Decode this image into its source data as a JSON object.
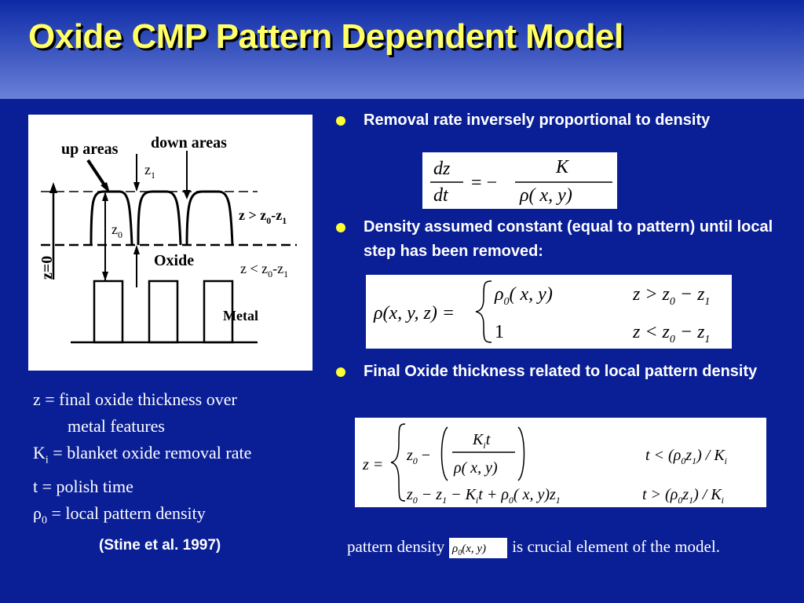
{
  "slide": {
    "title": "Oxide CMP Pattern Dependent Model",
    "colors": {
      "background": "#0a1f96",
      "title": "#ffff66",
      "bullet": "#ffff33"
    }
  },
  "figure": {
    "labels": {
      "up_areas": "up areas",
      "down_areas": "down areas",
      "z1": "z",
      "z1_sub": "1",
      "z0": "z",
      "z0_sub": "0",
      "z_eq_0": "z=0",
      "z_gt": "z > z",
      "z_gt_sub0": "0",
      "z_gt_minus": "-z",
      "z_gt_sub1": "1",
      "z_lt": "z < z",
      "z_lt_sub0": "0",
      "z_lt_minus": "-z",
      "z_lt_sub1": "1",
      "oxide": "Oxide",
      "metal": "Metal"
    }
  },
  "definitions": {
    "z_sym": "z",
    "z_text": " = final oxide thickness over",
    "z_text2": "metal features",
    "k_sym": "K",
    "k_sub": "i",
    "k_text": " = blanket oxide removal rate",
    "t_sym": "t",
    "t_text": " = polish time",
    "rho_sym": "ρ",
    "rho_sub": "0",
    "rho_text": " = local pattern density"
  },
  "citation": "(Stine et al. 1997)",
  "bullets": [
    {
      "text": "Removal rate inversely proportional to density"
    },
    {
      "text": "Density assumed constant (equal to pattern) until local step has been removed:"
    },
    {
      "text": "Final Oxide thickness related to local pattern density"
    }
  ],
  "equations": {
    "eq1": {
      "lhs_num": "dz",
      "lhs_den": "dt",
      "rel": "= −",
      "rhs_num": "K",
      "rhs_den": "ρ( x, y)"
    },
    "eq2": {
      "lhs": "ρ(x, y, z) =",
      "case1_val": "ρ",
      "case1_sub": "0",
      "case1_arg": "( x, y)",
      "case1_cond": "z > z",
      "case1_cond_sub0": "0",
      "case1_cond_minus": " − z",
      "case1_cond_sub1": "1",
      "case2_val": "1",
      "case2_cond": "z < z",
      "case2_cond_sub0": "0",
      "case2_cond_minus": " − z",
      "case2_cond_sub1": "1"
    },
    "eq3": {
      "lhs": "z =",
      "c1_z": "z",
      "c1_z_sub": "0",
      "c1_minus": " −",
      "c1_num": "K",
      "c1_num_sub": "i",
      "c1_num_t": "t",
      "c1_den": "ρ( x, y)",
      "c1_cond": "t < (ρ",
      "c1_cond_sub0": "0",
      "c1_cond_z": "z",
      "c1_cond_sub1": "1",
      "c1_cond_rest": ") / K",
      "c1_cond_subi": "i",
      "c2_a": "z",
      "c2_a_sub": "0",
      "c2_b": " − z",
      "c2_b_sub": "1",
      "c2_c": " − K",
      "c2_c_sub": "i",
      "c2_d": "t + ρ",
      "c2_d_sub": "0",
      "c2_e": "( x, y)z",
      "c2_e_sub": "1",
      "c2_cond": "t > (ρ",
      "c2_cond_sub0": "0",
      "c2_cond_z": "z",
      "c2_cond_sub1": "1",
      "c2_cond_rest": ") / K",
      "c2_cond_subi": "i"
    }
  },
  "footnote": {
    "before": "pattern density",
    "inline_sym": "ρ",
    "inline_sub": "0",
    "inline_arg": "(x, y)",
    "after": "is crucial element of the model."
  }
}
